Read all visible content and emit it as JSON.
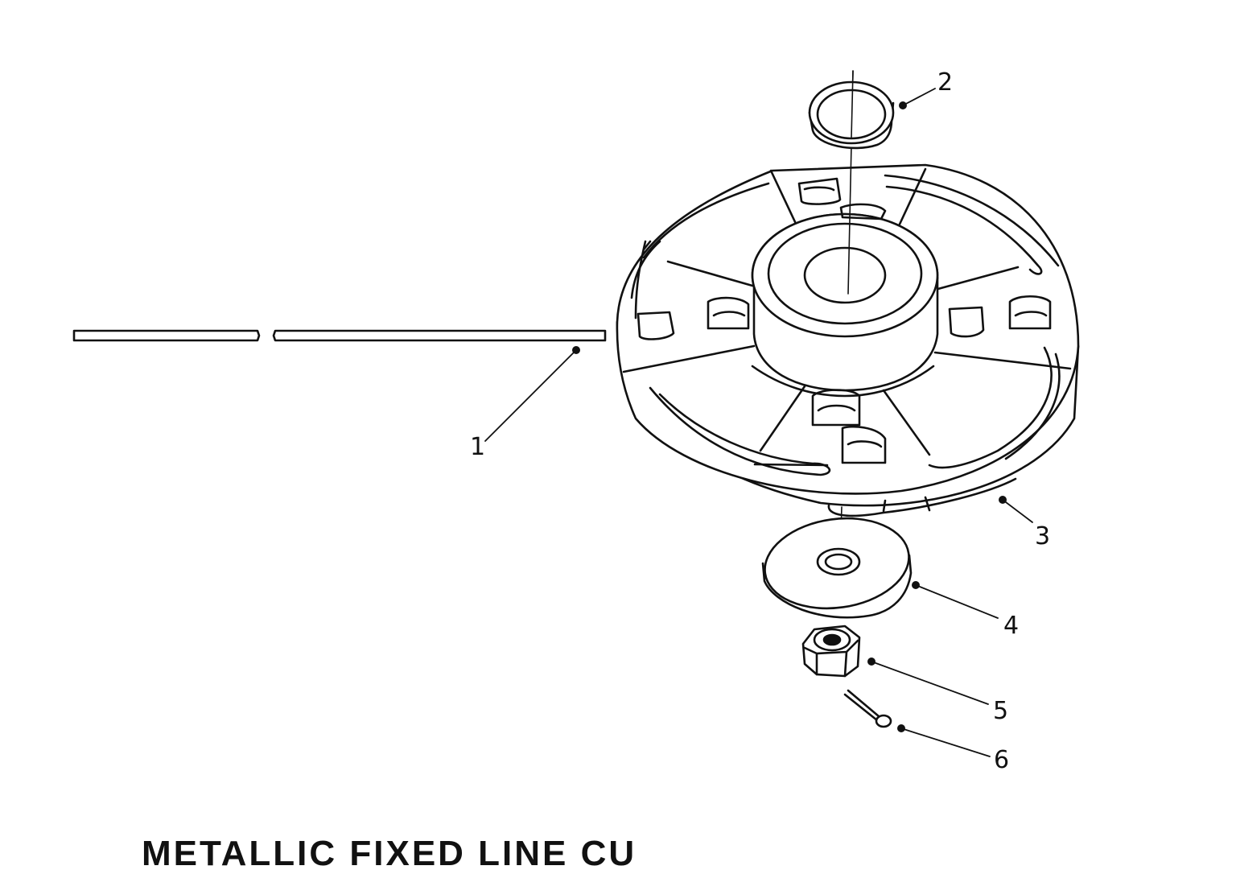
{
  "diagram": {
    "callouts": [
      {
        "id": "1",
        "label": "1"
      },
      {
        "id": "2",
        "label": "2"
      },
      {
        "id": "3",
        "label": "3"
      },
      {
        "id": "4",
        "label": "4"
      },
      {
        "id": "5",
        "label": "5"
      },
      {
        "id": "6",
        "label": "6"
      }
    ],
    "caption_partial": "METALLIC FIXED LINE CU"
  },
  "colors": {
    "ink": "#111111",
    "paper": "#ffffff"
  }
}
